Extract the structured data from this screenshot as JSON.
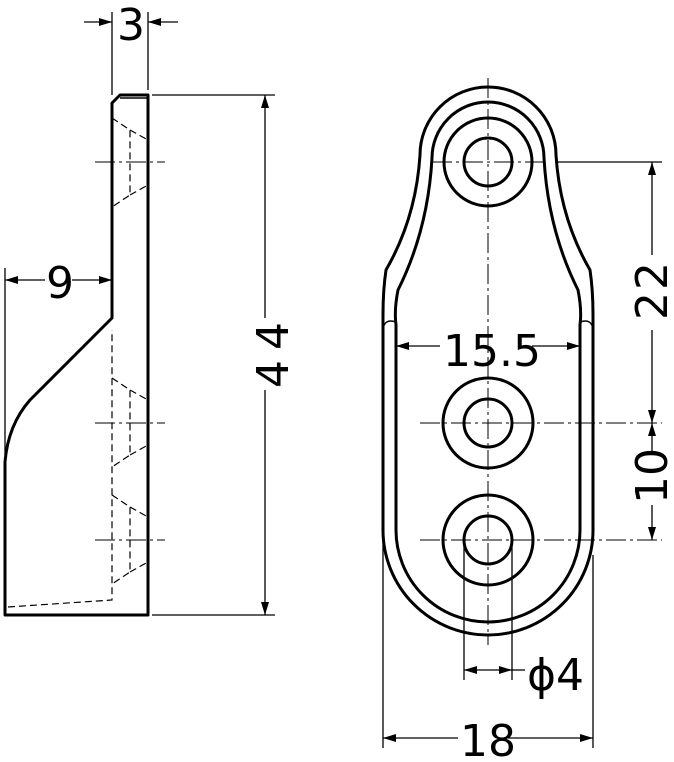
{
  "dimensions": {
    "side_thickness": "3",
    "side_offset": "9",
    "side_height": "44",
    "hole_spacing_top": "22",
    "hole_spacing_bottom": "10",
    "inner_width": "15.5",
    "hole_diameter": "ϕ4",
    "overall_width": "18"
  }
}
